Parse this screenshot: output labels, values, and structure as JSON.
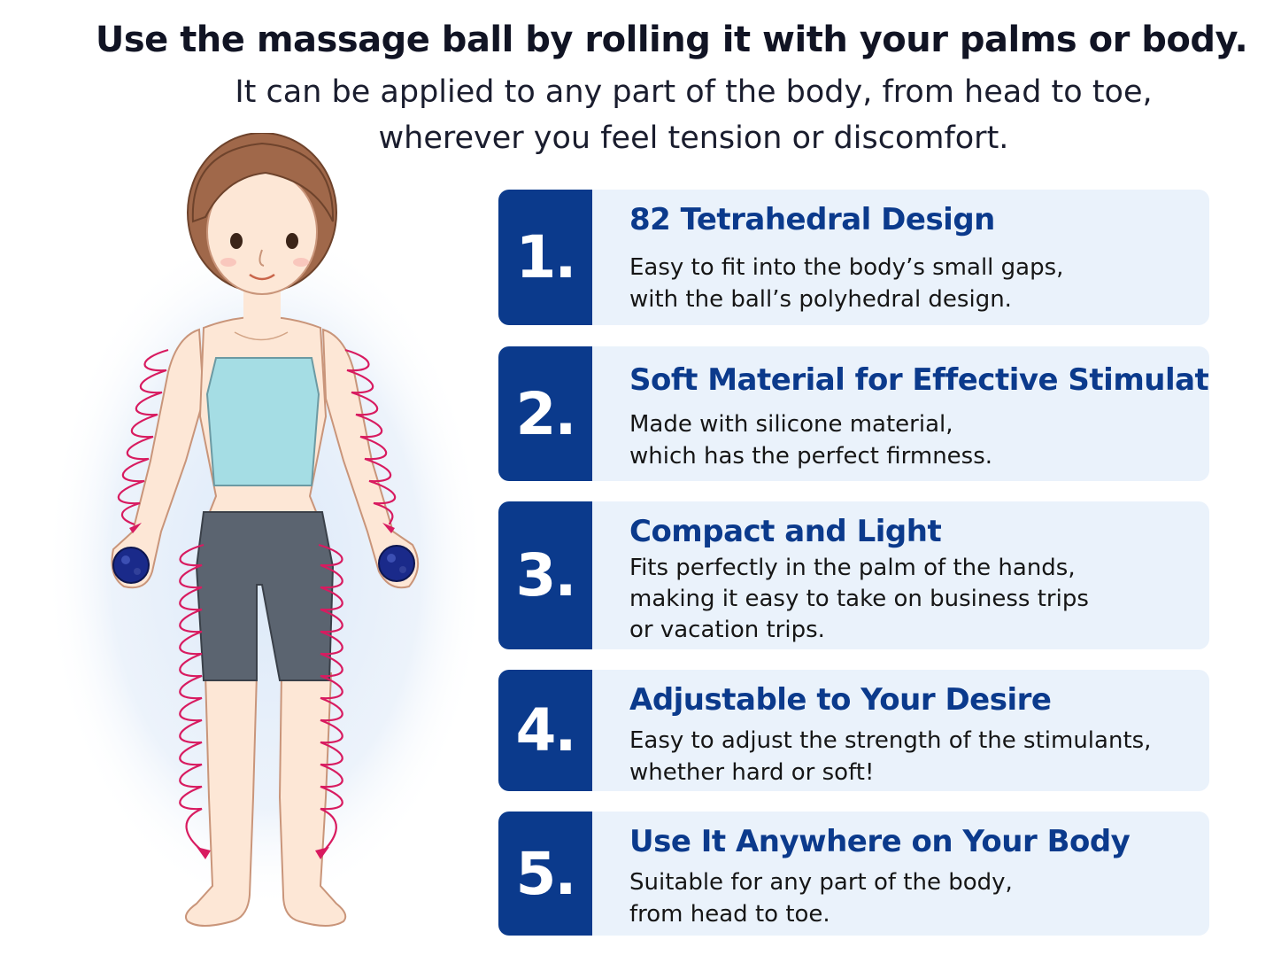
{
  "header": {
    "headline": "Use the massage ball by rolling it with your palms or body.",
    "subline_1": "It can be applied to any part of the body, from head to toe,",
    "subline_2": "wherever you feel tension or discomfort."
  },
  "colors": {
    "accent_blue": "#0b3a8c",
    "card_bg": "#eaf2fb",
    "spiral_pink": "#d81b60",
    "ball_blue": "#1a2a8a"
  },
  "features": [
    {
      "number": "1.",
      "title": "82 Tetrahedral Design",
      "lines": [
        "Easy to fit into the body’s small gaps,",
        "with the ball’s polyhedral design."
      ]
    },
    {
      "number": "2.",
      "title": "Soft Material for Effective Stimulation",
      "lines": [
        "Made with silicone material,",
        "which has the perfect firmness."
      ]
    },
    {
      "number": "3.",
      "title": "Compact and Light",
      "lines": [
        "Fits perfectly in the palm of the hands,",
        "making it easy to take on business trips",
        "or vacation trips."
      ]
    },
    {
      "number": "4.",
      "title": "Adjustable to Your Desire",
      "lines": [
        "Easy to adjust the strength of the stimulants,",
        "whether hard or soft!"
      ]
    },
    {
      "number": "5.",
      "title": "Use It Anywhere on Your Body",
      "lines": [
        "Suitable for any part of the body,",
        "from head to toe."
      ]
    }
  ]
}
